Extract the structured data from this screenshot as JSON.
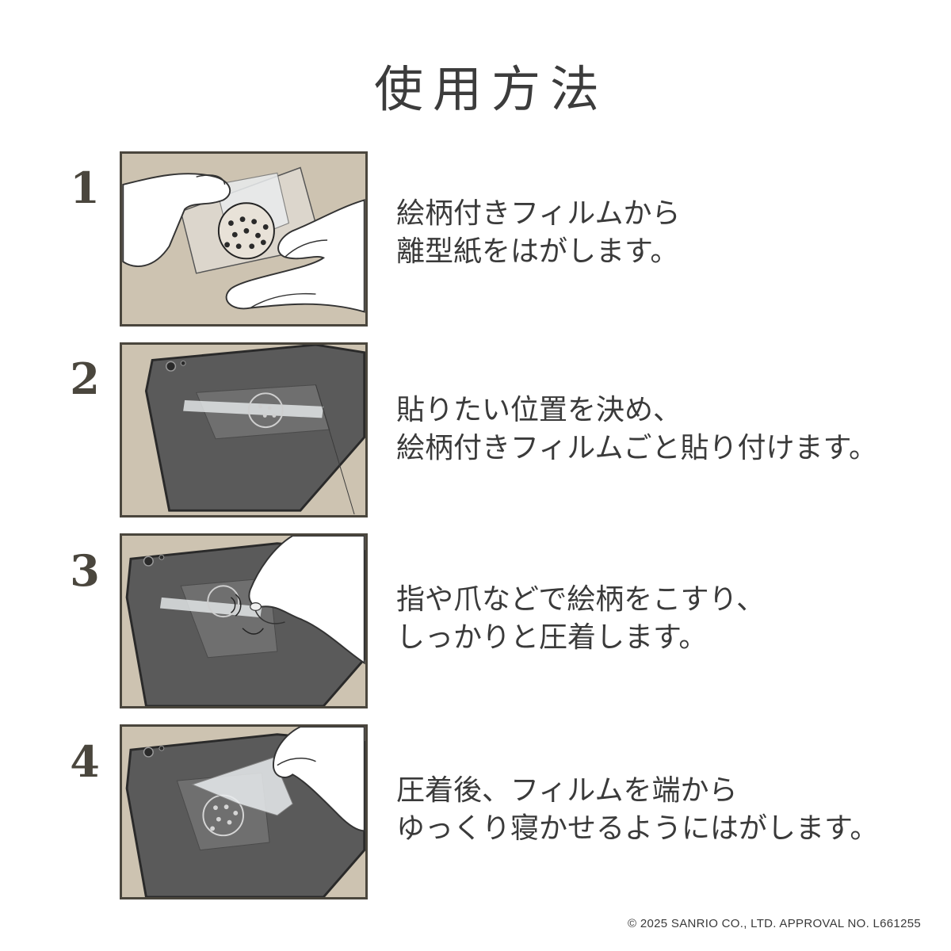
{
  "title": "使用方法",
  "steps": [
    {
      "number": "1",
      "lines": [
        "絵柄付きフィルムから",
        "離型紙をはがします。"
      ],
      "illustration": "hands-peeling-release-paper"
    },
    {
      "number": "2",
      "lines": [
        "貼りたい位置を決め、",
        "絵柄付きフィルムごと貼り付けます。"
      ],
      "illustration": "film-placed-on-phone-back"
    },
    {
      "number": "3",
      "lines": [
        "指や爪などで絵柄をこすり、",
        "しっかりと圧着します。"
      ],
      "illustration": "finger-rubbing-film"
    },
    {
      "number": "4",
      "lines": [
        "圧着後、フィルムを端から",
        "ゆっくり寝かせるようにはがします。"
      ],
      "illustration": "peeling-film-off-phone"
    }
  ],
  "copyright": "© 2025 SANRIO CO., LTD.  APPROVAL NO. L661255",
  "colors": {
    "panel_background": "#cdc3b1",
    "panel_border": "#4a463d",
    "phone_body": "#5a5a5a",
    "text": "#3a3a3a"
  }
}
